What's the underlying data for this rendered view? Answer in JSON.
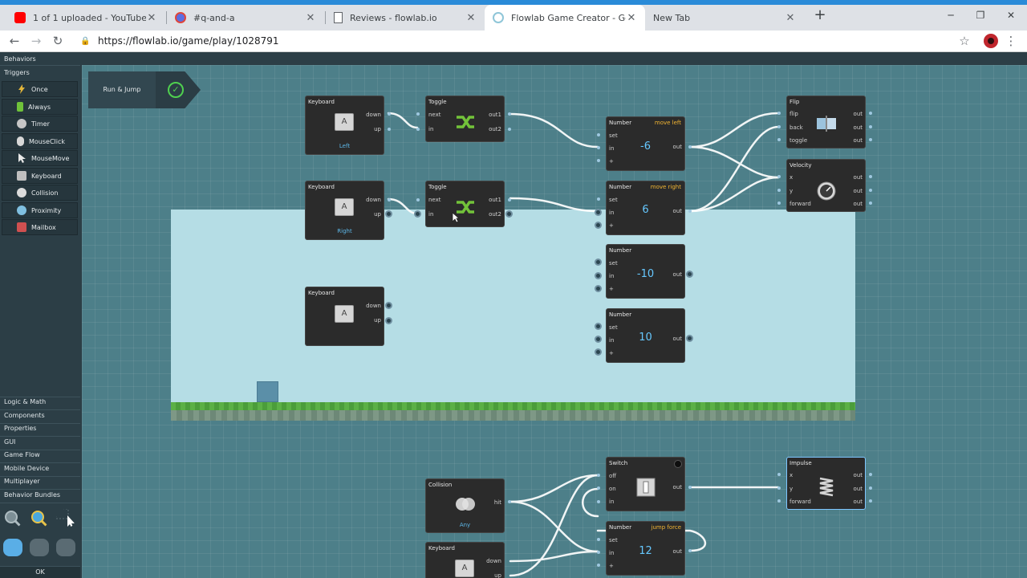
{
  "browser": {
    "tabs": [
      {
        "title": "1 of 1 uploaded - YouTube",
        "favicon": "youtube-icon"
      },
      {
        "title": "#q-and-a",
        "favicon": "discord-icon"
      },
      {
        "title": "Reviews - flowlab.io",
        "favicon": "page-icon"
      },
      {
        "title": "Flowlab Game Creator - Generic",
        "favicon": "flowlab-icon"
      },
      {
        "title": "New Tab",
        "favicon": ""
      }
    ],
    "close_glyph": "✕",
    "new_tab": "+",
    "url": "https://flowlab.io/game/play/1028791",
    "window": {
      "minimize": "─",
      "restore": "❐",
      "close": "✕"
    },
    "nav": {
      "back": "←",
      "forward": "→",
      "reload": "↻",
      "lock": "🔒",
      "star": "☆",
      "menu": "⋮"
    }
  },
  "sidebar": {
    "behaviors_title": "Behaviors",
    "triggers_title": "Triggers",
    "triggers": [
      {
        "label": "Once",
        "icon": "lightning-icon",
        "color": "#e2b53a"
      },
      {
        "label": "Always",
        "icon": "battery-icon",
        "color": "#6fc23a"
      },
      {
        "label": "Timer",
        "icon": "clock-icon",
        "color": "#c7c7c7"
      },
      {
        "label": "MouseClick",
        "icon": "mouse-icon",
        "color": "#d8d8d8"
      },
      {
        "label": "MouseMove",
        "icon": "cursor-icon",
        "color": "#e8e8e8"
      },
      {
        "label": "Keyboard",
        "icon": "key-icon",
        "color": "#bfbfbf"
      },
      {
        "label": "Collision",
        "icon": "collision-icon",
        "color": "#dcdcdc"
      },
      {
        "label": "Proximity",
        "icon": "proximity-icon",
        "color": "#7fbfe0"
      },
      {
        "label": "Mailbox",
        "icon": "mailbox-icon",
        "color": "#d05050"
      }
    ],
    "categories": [
      "Logic & Math",
      "Components",
      "Properties",
      "GUI",
      "Game Flow",
      "Mobile Device",
      "Multiplayer",
      "Behavior Bundles"
    ],
    "ok_label": "OK"
  },
  "canvas": {
    "run_jump_label": "Run & Jump",
    "check_glyph": "✓",
    "nodes": {
      "kb1": {
        "title": "Keyboard",
        "key": "A",
        "bottom": "Left",
        "down": "down",
        "up": "up"
      },
      "kb2": {
        "title": "Keyboard",
        "key": "A",
        "bottom": "Right",
        "down": "down",
        "up": "up"
      },
      "kb3": {
        "title": "Keyboard",
        "key": "A",
        "down": "down",
        "up": "up"
      },
      "kb4": {
        "title": "Keyboard",
        "key": "A",
        "down": "down",
        "up": "up"
      },
      "tog1": {
        "title": "Toggle",
        "next": "next",
        "in": "in",
        "out1": "out1",
        "out2": "out2"
      },
      "tog2": {
        "title": "Toggle",
        "next": "next",
        "in": "in",
        "out1": "out1",
        "out2": "out2"
      },
      "num1": {
        "title": "Number",
        "label": "move left",
        "value": "-6",
        "set": "set",
        "in": "in",
        "plus": "+",
        "out": "out"
      },
      "num2": {
        "title": "Number",
        "label": "move right",
        "value": "6",
        "set": "set",
        "in": "in",
        "plus": "+",
        "out": "out"
      },
      "num3": {
        "title": "Number",
        "value": "-10",
        "set": "set",
        "in": "in",
        "plus": "+",
        "out": "out"
      },
      "num4": {
        "title": "Number",
        "value": "10",
        "set": "set",
        "in": "in",
        "plus": "+",
        "out": "out"
      },
      "num5": {
        "title": "Number",
        "label": "jump force",
        "value": "12",
        "set": "set",
        "in": "in",
        "plus": "+",
        "out": "out"
      },
      "flip": {
        "title": "Flip",
        "flip": "flip",
        "back": "back",
        "toggle": "toggle",
        "out": "out"
      },
      "velocity": {
        "title": "Velocity",
        "x": "x",
        "y": "y",
        "forward": "forward",
        "out": "out"
      },
      "impulse": {
        "title": "Impulse",
        "x": "x",
        "y": "y",
        "forward": "forward",
        "out": "out"
      },
      "switch": {
        "title": "Switch",
        "off": "off",
        "on": "on",
        "in": "in",
        "out": "out"
      },
      "collision": {
        "title": "Collision",
        "hit": "hit",
        "bottom": "Any"
      }
    }
  }
}
